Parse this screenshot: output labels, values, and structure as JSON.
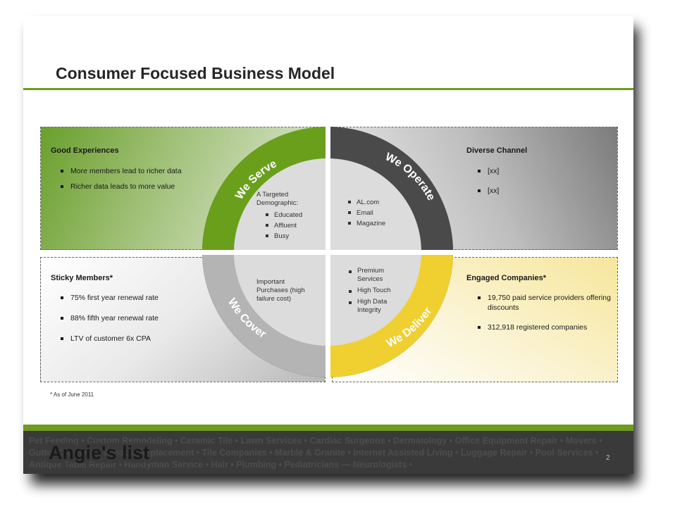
{
  "title": "Consumer Focused Business Model",
  "panels": {
    "top_left": {
      "heading": "Good Experiences",
      "bullets": [
        "More members lead to richer data",
        "Richer data leads to more value"
      ]
    },
    "top_right": {
      "heading": "Diverse Channel",
      "bullets": [
        "[xx]",
        "[xx]"
      ]
    },
    "bottom_left": {
      "heading": "Sticky Members*",
      "bullets": [
        "75% first year renewal rate",
        "88% fifth year renewal rate",
        "LTV of customer 6x CPA"
      ]
    },
    "bottom_right": {
      "heading": "Engaged Companies*",
      "bullets": [
        "19,750 paid service providers offering discounts",
        "312,918 registered companies"
      ]
    }
  },
  "ring": {
    "serve": {
      "label": "We Serve",
      "color": "#6a9f1c"
    },
    "operate": {
      "label": "We Operate",
      "color": "#4a4a4a"
    },
    "cover": {
      "label": "We Cover",
      "color": "#b4b4b4"
    },
    "deliver": {
      "label": "We Deliver",
      "color": "#f0d030"
    }
  },
  "center": {
    "serve": {
      "text": "A Targeted Demographic:",
      "bullets": [
        "Educated",
        "Affluent",
        "Busy"
      ]
    },
    "operate": {
      "bullets": [
        "AL.com",
        "Email",
        "Magazine"
      ]
    },
    "cover": {
      "text": "Important Purchases (high failure cost)"
    },
    "deliver": {
      "bullets": [
        "Premium Services",
        "High Touch",
        "High Data Integrity"
      ]
    }
  },
  "footnote": "* As of June 2011",
  "footer": {
    "background_text": "Pet Feeding • Custom Remodeling • Ceramic Tile • Lawn Services • Cardiac Surgeons • Dermatology • Office Equipment Repair • Movers • Gutter Cleaning • Window Replacement • Tile Companies • Marble & Granite • Internet Assisted Living • Luggage Repair • Pool Services • Antique Table Repair • Handyman Service • Hair • Plumbing • Pediatricians — Neurologists •",
    "logo": "Angie's list",
    "page_number": "2"
  }
}
